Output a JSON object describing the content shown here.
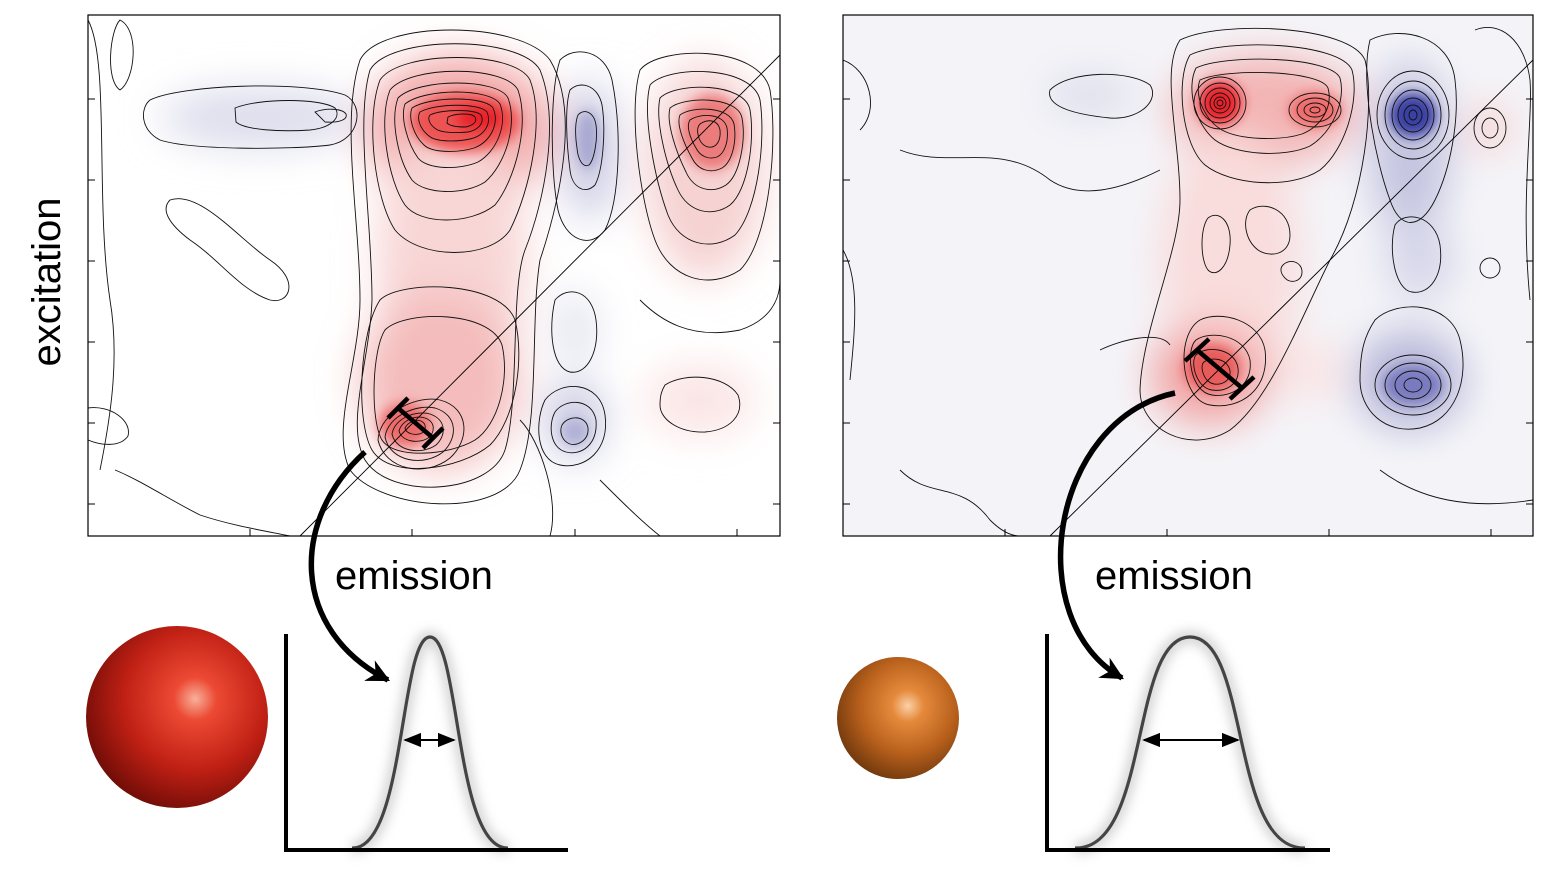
{
  "labels": {
    "y_axis": "excitation",
    "x_axis_left": "emission",
    "x_axis_right": "emission"
  },
  "colors": {
    "positive": "#e8242a",
    "negative": "#3a3fa3",
    "background": "#f4f4f8",
    "large_dot": "#c41e14",
    "small_dot": "#c8681c",
    "line": "#000000",
    "curve": "#444444"
  },
  "panels": [
    {
      "name": "left-2d-spectrum",
      "dot": "large",
      "linewidth": "narrow"
    },
    {
      "name": "right-2d-spectrum",
      "dot": "small",
      "linewidth": "broad"
    }
  ]
}
